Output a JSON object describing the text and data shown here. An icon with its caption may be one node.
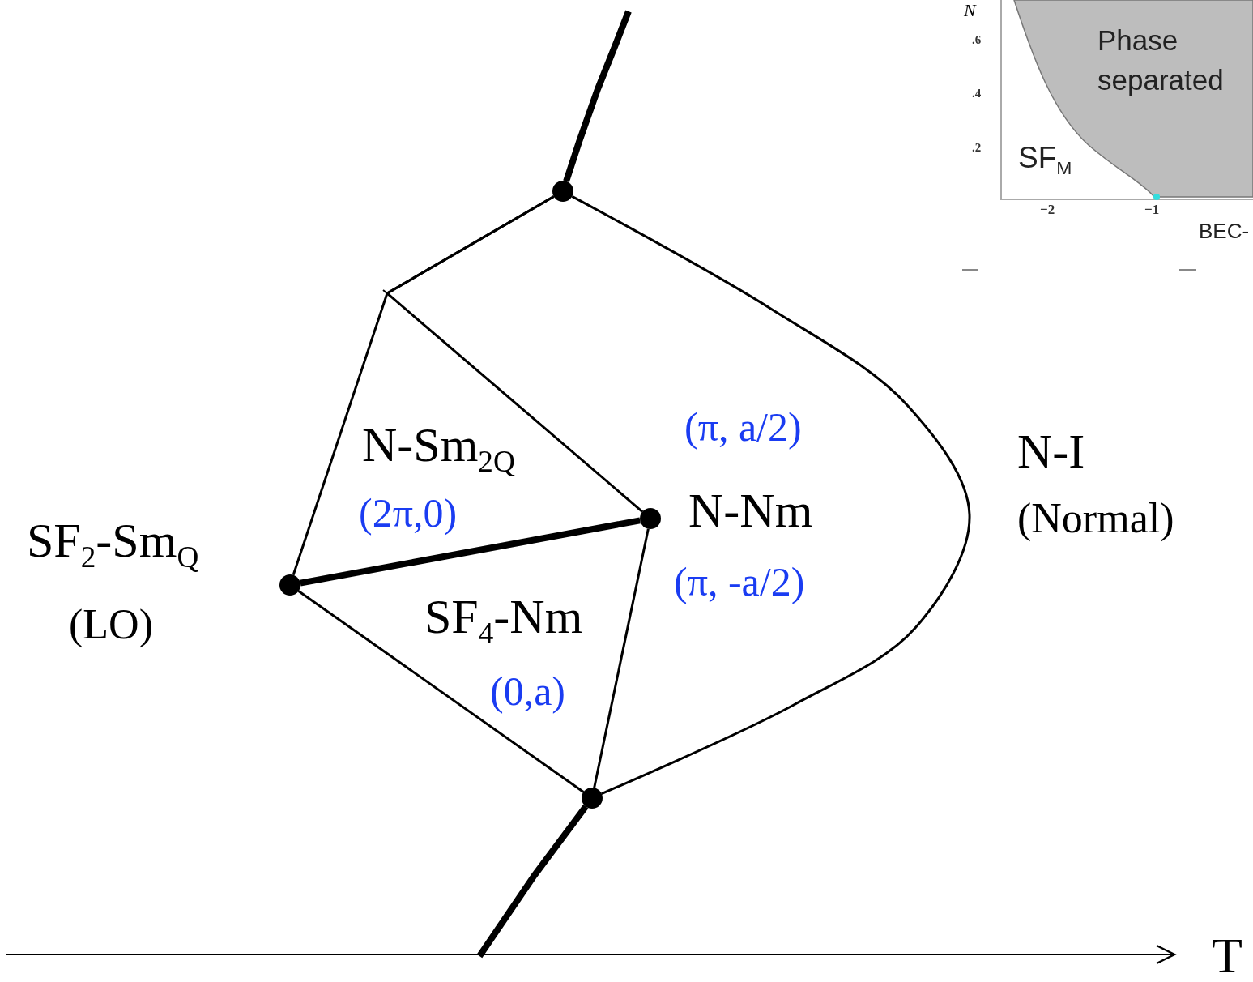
{
  "diagram": {
    "nodes": [
      {
        "text": [],
        "shape": "circle"
      },
      {
        "text": [],
        "shape": "circle"
      },
      {
        "text": [],
        "shape": "circle"
      },
      {
        "text": [],
        "shape": "circle"
      }
    ],
    "edges": [
      {
        "from": null,
        "to": 0,
        "arrow": "none",
        "style": "thick"
      },
      {
        "from": 0,
        "to": 1,
        "arrow": "none"
      },
      {
        "from": 0,
        "to": 2,
        "arrow": "none"
      },
      {
        "from": 1,
        "to": 2,
        "arrow": "none",
        "style": "thick"
      },
      {
        "from": 1,
        "to": 3,
        "arrow": "none"
      },
      {
        "from": 2,
        "to": 3,
        "arrow": "none"
      },
      {
        "from": 0,
        "to": 3,
        "arrow": "none"
      },
      {
        "from": 3,
        "to": null,
        "arrow": "none",
        "style": "thick"
      }
    ],
    "labels": [
      "N",
      ".6",
      "Phase separated",
      ".4",
      ".2",
      "SF$_{M}$",
      "−2",
      "−1",
      "BEC-",
      "(π, a/2)",
      "N-Sm$_{2Q}$",
      "N-I",
      "(2π,0)",
      "N-Nm",
      "(Normal)",
      "SF$_{2}$-Sm$_{Q}$",
      "(π, -a/2)",
      "(LO)",
      "SF$_{4}$-Nm",
      "(0,a)",
      "T"
    ]
  }
}
